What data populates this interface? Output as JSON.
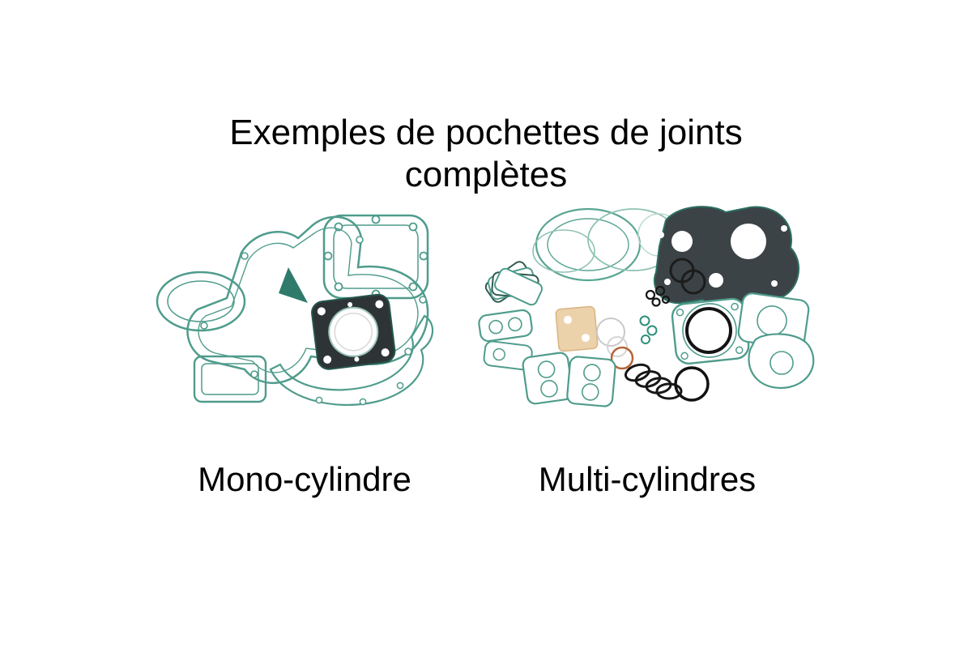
{
  "title": {
    "line1": "Exemples de pochettes de joints",
    "line2": "complètes"
  },
  "figures": {
    "mono": {
      "caption": "Mono-cylindre"
    },
    "multi": {
      "caption": "Multi-cylindres"
    }
  },
  "colors": {
    "background": "#ffffff",
    "text": "#000000",
    "gasket_teal": "#4f9c8c",
    "gasket_teal_light": "#8fc2b4",
    "gasket_teal_dark": "#2f5a50",
    "gasket_dark_fill": "#3c4347",
    "head_gasket_dark": "#2e3436",
    "o_ring_black": "#161616",
    "copper_ring": "#b5653a",
    "tan_gasket": "#ecd2ab"
  }
}
